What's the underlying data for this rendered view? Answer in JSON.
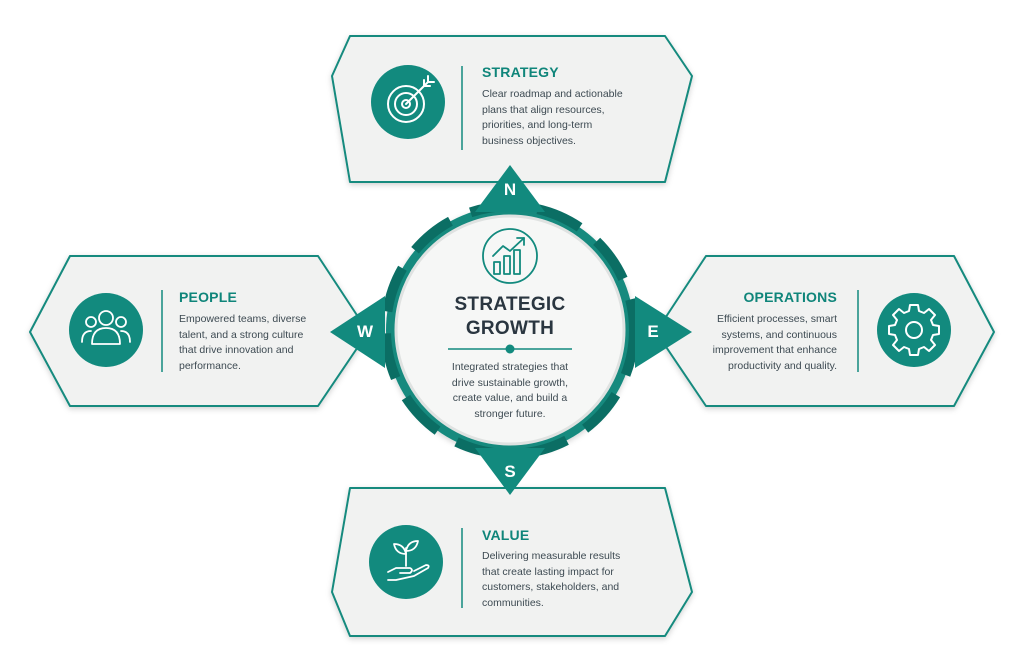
{
  "center": {
    "title_line1": "STRATEGIC",
    "title_line2": "GROWTH",
    "description": "Integrated strategies that drive sustainable growth, create value, and build a stronger future.",
    "icon": "growth-chart-icon"
  },
  "compass": {
    "north": "N",
    "south": "S",
    "east": "E",
    "west": "W"
  },
  "cards": {
    "strategy": {
      "title": "STRATEGY",
      "description": "Clear roadmap and actionable plans that align resources, priorities, and long-term business objectives.",
      "icon": "target-icon"
    },
    "people": {
      "title": "PEOPLE",
      "description": "Empowered teams, diverse talent, and a strong culture that drive innovation and performance.",
      "icon": "people-icon"
    },
    "operations": {
      "title": "OPERATIONS",
      "description": "Efficient processes, smart systems, and continuous improvement that enhance productivity and quality.",
      "icon": "gear-icon"
    },
    "value": {
      "title": "VALUE",
      "description": "Delivering measurable results that create lasting impact for customers, stakeholders, and communities.",
      "icon": "plant-hand-icon"
    }
  },
  "colors": {
    "accent": "#128a7e",
    "card_fill": "#f1f2f1",
    "text_dark": "#2a3640"
  }
}
